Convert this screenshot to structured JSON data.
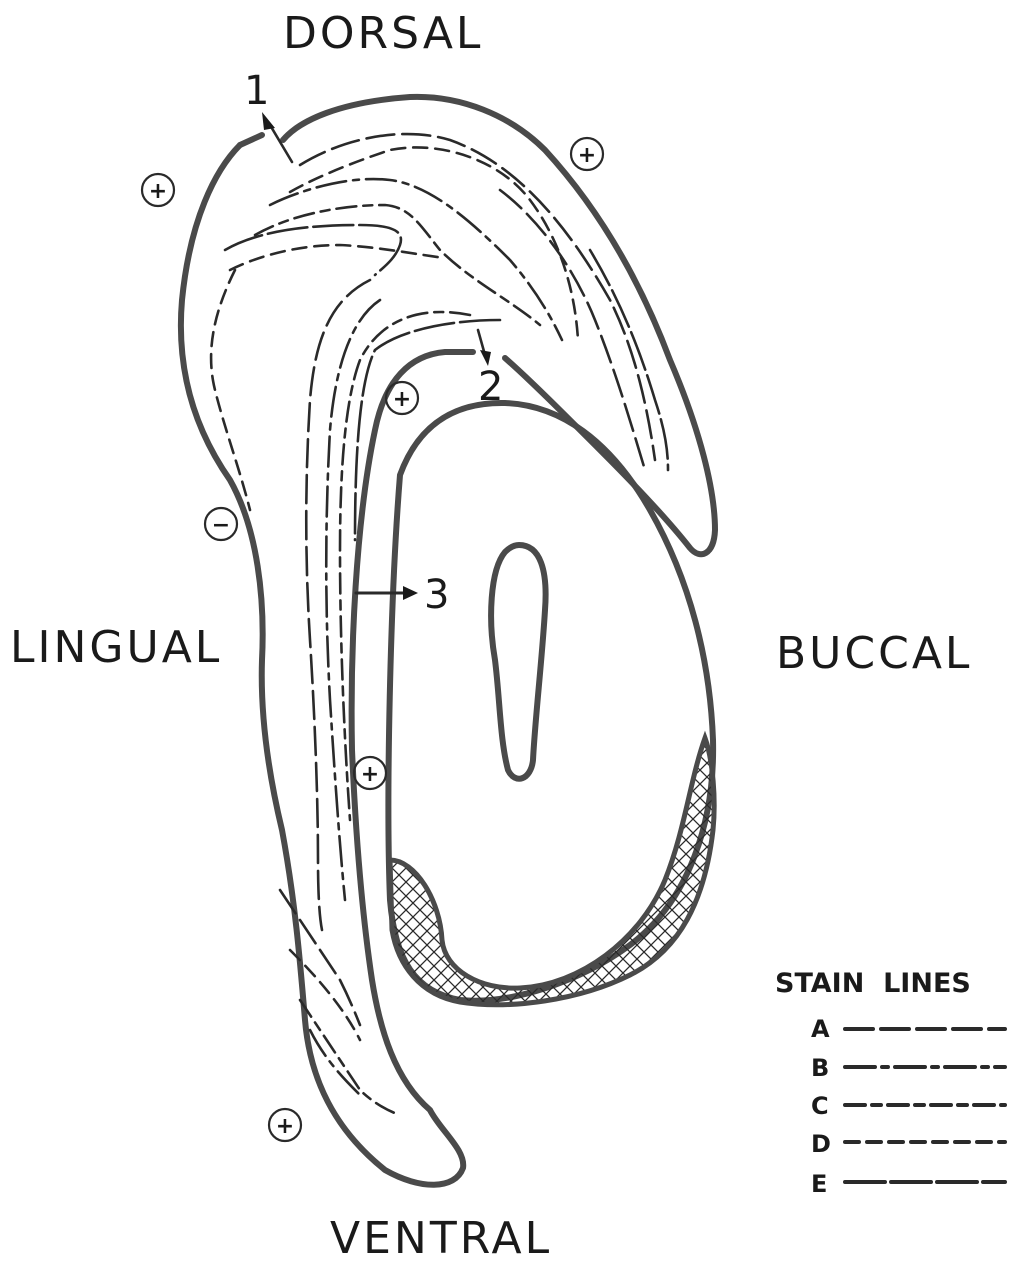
{
  "orientation": {
    "dorsal": "DORSAL",
    "ventral": "VENTRAL",
    "lingual": "LINGUAL",
    "buccal": "BUCCAL"
  },
  "markers": {
    "one": "1",
    "two": "2",
    "three": "3"
  },
  "signs": {
    "plus": "+",
    "minus": "−"
  },
  "legend": {
    "title": "STAIN  LINES",
    "keys": [
      "A",
      "B",
      "C",
      "D",
      "E"
    ]
  },
  "colors": {
    "outline": "#4a4a4a",
    "ink": "#1a1a1a"
  }
}
